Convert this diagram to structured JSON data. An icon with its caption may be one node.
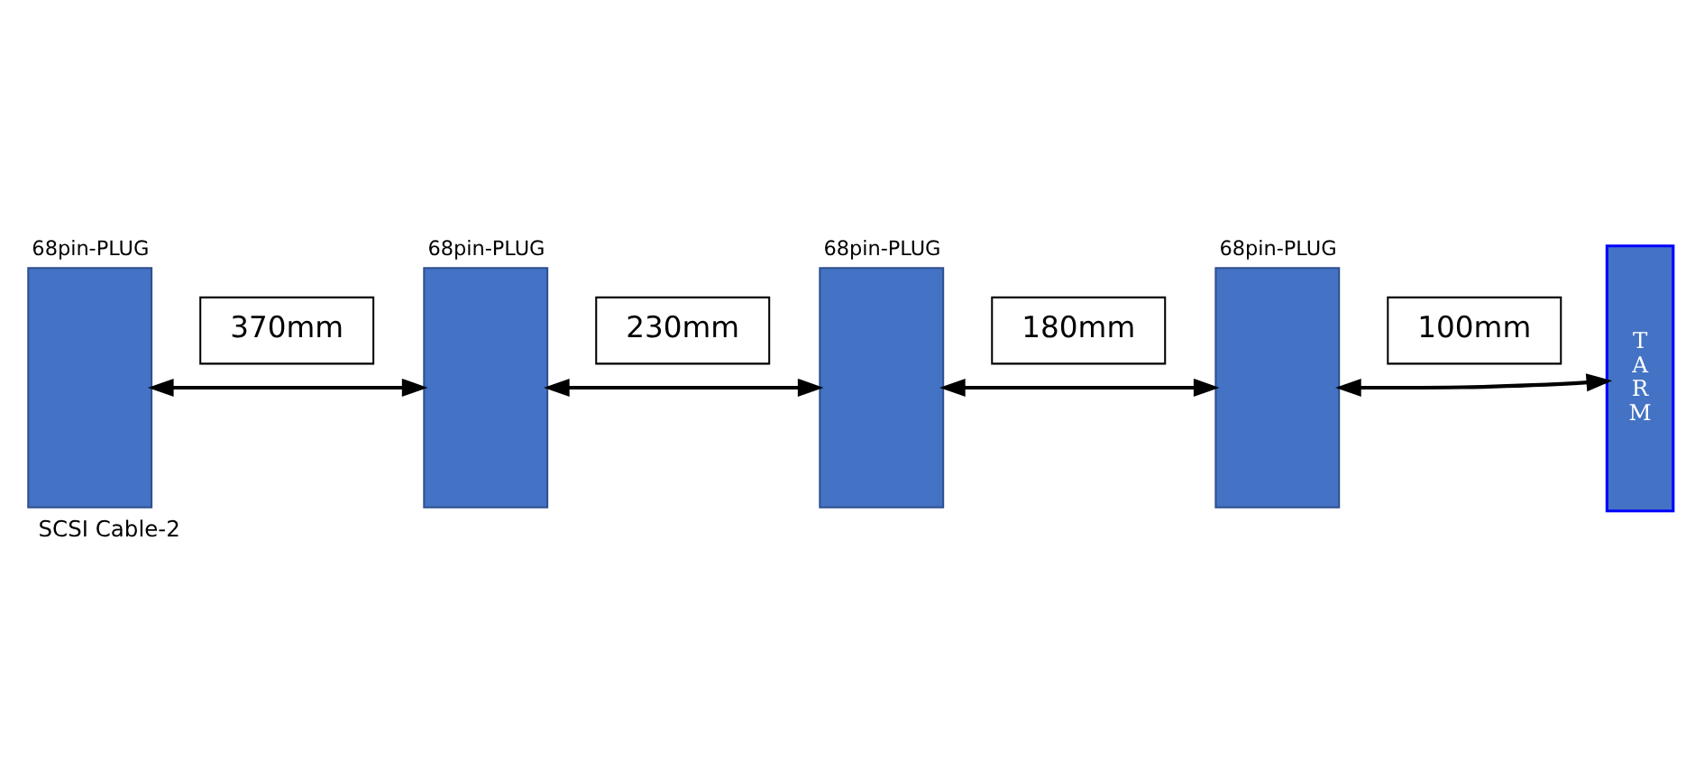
{
  "diagram": {
    "caption": "SCSI Cable-2",
    "nodes": [
      {
        "text": [
          "68pin-PLUG"
        ]
      },
      {
        "text": [
          "68pin-PLUG"
        ]
      },
      {
        "text": [
          "68pin-PLUG"
        ]
      },
      {
        "text": [
          "68pin-PLUG"
        ]
      },
      {
        "text": [
          "TARM"
        ]
      },
      {
        "text": [
          "370mm"
        ]
      },
      {
        "text": [
          "230mm"
        ]
      },
      {
        "text": [
          "180mm"
        ]
      },
      {
        "text": [
          "100mm"
        ]
      }
    ],
    "edges": [
      {
        "from": 0,
        "to": 1,
        "arrow": "both"
      },
      {
        "from": 1,
        "to": 2,
        "arrow": "both"
      },
      {
        "from": 2,
        "to": 3,
        "arrow": "both"
      },
      {
        "from": 3,
        "to": 4,
        "arrow": "both"
      }
    ]
  }
}
